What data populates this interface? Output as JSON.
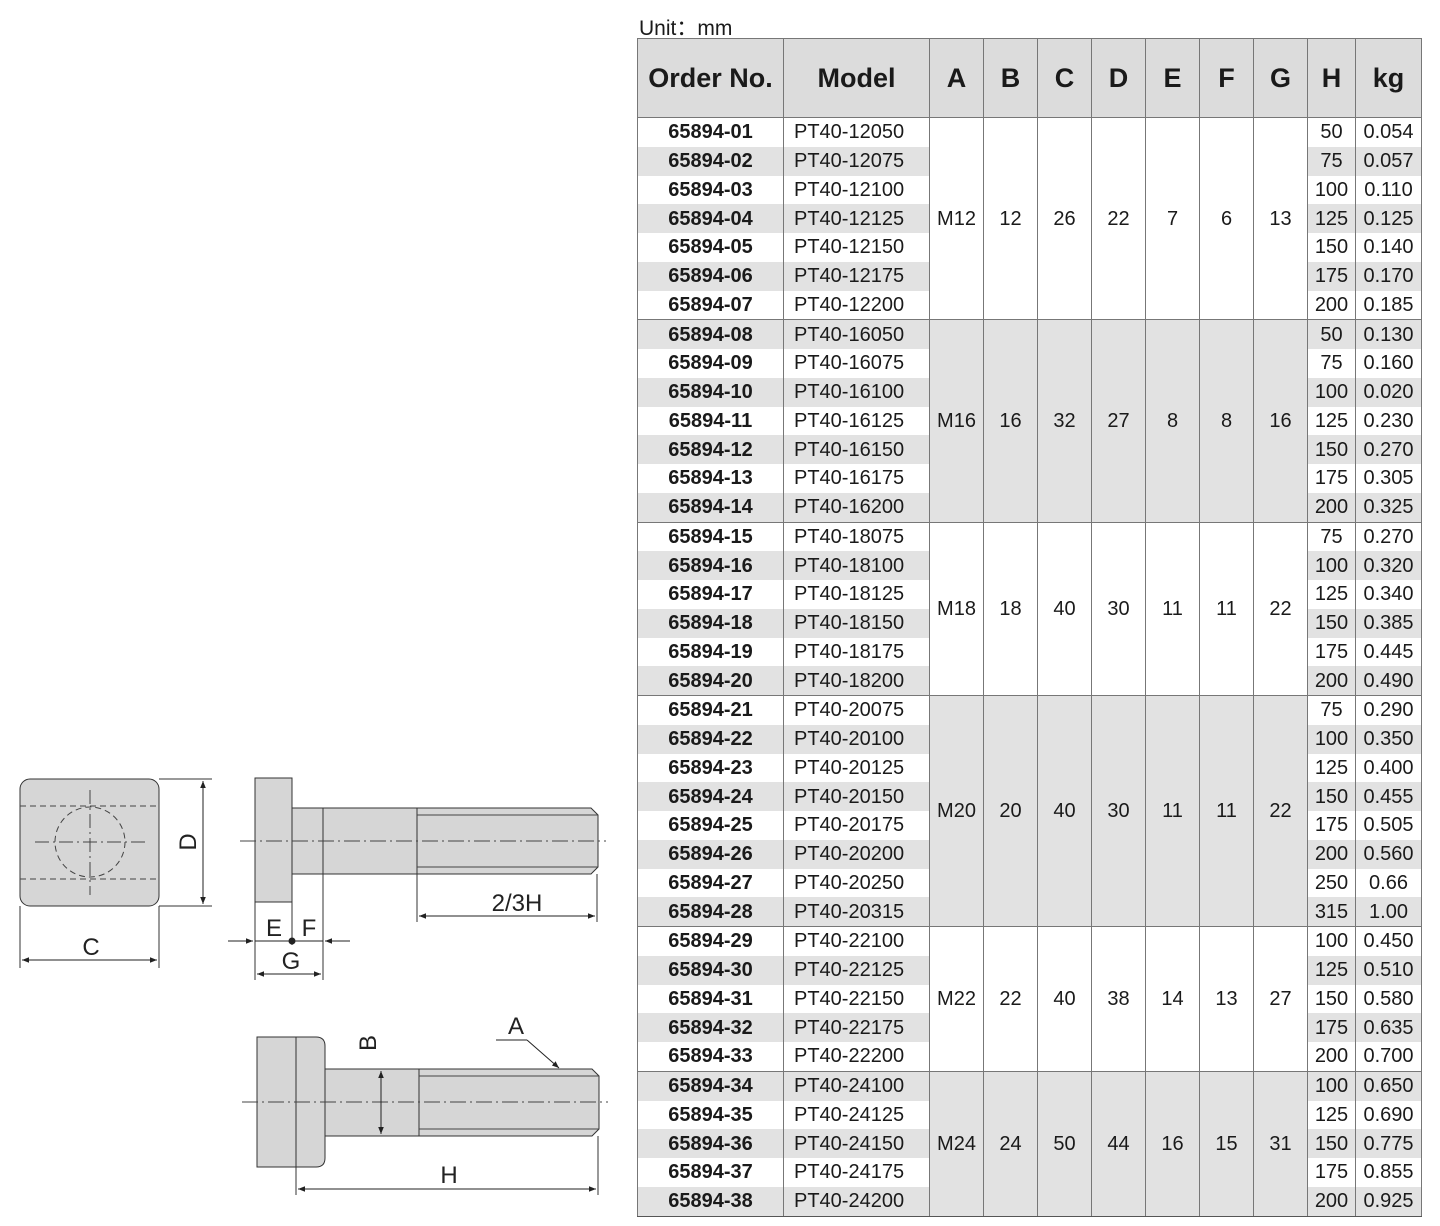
{
  "unit_label": "Unit：mm",
  "headers": [
    "Order No.",
    "Model",
    "A",
    "B",
    "C",
    "D",
    "E",
    "F",
    "G",
    "H",
    "kg"
  ],
  "diagram_labels": {
    "c": "C",
    "d": "D",
    "e": "E",
    "f": "F",
    "g": "G",
    "two_thirds_h": "2/3H",
    "a": "A",
    "b": "B",
    "h": "H"
  },
  "groups": [
    {
      "A": "M12",
      "B": "12",
      "C": "26",
      "D": "22",
      "E": "7",
      "F": "6",
      "G": "13",
      "shaded": false,
      "rows": [
        {
          "order": "65894-01",
          "model": "PT40-12050",
          "H": "50",
          "kg": "0.054"
        },
        {
          "order": "65894-02",
          "model": "PT40-12075",
          "H": "75",
          "kg": "0.057"
        },
        {
          "order": "65894-03",
          "model": "PT40-12100",
          "H": "100",
          "kg": "0.110"
        },
        {
          "order": "65894-04",
          "model": "PT40-12125",
          "H": "125",
          "kg": "0.125"
        },
        {
          "order": "65894-05",
          "model": "PT40-12150",
          "H": "150",
          "kg": "0.140"
        },
        {
          "order": "65894-06",
          "model": "PT40-12175",
          "H": "175",
          "kg": "0.170"
        },
        {
          "order": "65894-07",
          "model": "PT40-12200",
          "H": "200",
          "kg": "0.185"
        }
      ]
    },
    {
      "A": "M16",
      "B": "16",
      "C": "32",
      "D": "27",
      "E": "8",
      "F": "8",
      "G": "16",
      "shaded": true,
      "rows": [
        {
          "order": "65894-08",
          "model": "PT40-16050",
          "H": "50",
          "kg": "0.130"
        },
        {
          "order": "65894-09",
          "model": "PT40-16075",
          "H": "75",
          "kg": "0.160"
        },
        {
          "order": "65894-10",
          "model": "PT40-16100",
          "H": "100",
          "kg": "0.020"
        },
        {
          "order": "65894-11",
          "model": "PT40-16125",
          "H": "125",
          "kg": "0.230"
        },
        {
          "order": "65894-12",
          "model": "PT40-16150",
          "H": "150",
          "kg": "0.270"
        },
        {
          "order": "65894-13",
          "model": "PT40-16175",
          "H": "175",
          "kg": "0.305"
        },
        {
          "order": "65894-14",
          "model": "PT40-16200",
          "H": "200",
          "kg": "0.325"
        }
      ]
    },
    {
      "A": "M18",
      "B": "18",
      "C": "40",
      "D": "30",
      "E": "11",
      "F": "11",
      "G": "22",
      "shaded": false,
      "rows": [
        {
          "order": "65894-15",
          "model": "PT40-18075",
          "H": "75",
          "kg": "0.270"
        },
        {
          "order": "65894-16",
          "model": "PT40-18100",
          "H": "100",
          "kg": "0.320"
        },
        {
          "order": "65894-17",
          "model": "PT40-18125",
          "H": "125",
          "kg": "0.340"
        },
        {
          "order": "65894-18",
          "model": "PT40-18150",
          "H": "150",
          "kg": "0.385"
        },
        {
          "order": "65894-19",
          "model": "PT40-18175",
          "H": "175",
          "kg": "0.445"
        },
        {
          "order": "65894-20",
          "model": "PT40-18200",
          "H": "200",
          "kg": "0.490"
        }
      ]
    },
    {
      "A": "M20",
      "B": "20",
      "C": "40",
      "D": "30",
      "E": "11",
      "F": "11",
      "G": "22",
      "shaded": true,
      "rows": [
        {
          "order": "65894-21",
          "model": "PT40-20075",
          "H": "75",
          "kg": "0.290"
        },
        {
          "order": "65894-22",
          "model": "PT40-20100",
          "H": "100",
          "kg": "0.350"
        },
        {
          "order": "65894-23",
          "model": "PT40-20125",
          "H": "125",
          "kg": "0.400"
        },
        {
          "order": "65894-24",
          "model": "PT40-20150",
          "H": "150",
          "kg": "0.455"
        },
        {
          "order": "65894-25",
          "model": "PT40-20175",
          "H": "175",
          "kg": "0.505"
        },
        {
          "order": "65894-26",
          "model": "PT40-20200",
          "H": "200",
          "kg": "0.560"
        },
        {
          "order": "65894-27",
          "model": "PT40-20250",
          "H": "250",
          "kg": "0.66"
        },
        {
          "order": "65894-28",
          "model": "PT40-20315",
          "H": "315",
          "kg": "1.00"
        }
      ]
    },
    {
      "A": "M22",
      "B": "22",
      "C": "40",
      "D": "38",
      "E": "14",
      "F": "13",
      "G": "27",
      "shaded": false,
      "rows": [
        {
          "order": "65894-29",
          "model": "PT40-22100",
          "H": "100",
          "kg": "0.450"
        },
        {
          "order": "65894-30",
          "model": "PT40-22125",
          "H": "125",
          "kg": "0.510"
        },
        {
          "order": "65894-31",
          "model": "PT40-22150",
          "H": "150",
          "kg": "0.580"
        },
        {
          "order": "65894-32",
          "model": "PT40-22175",
          "H": "175",
          "kg": "0.635"
        },
        {
          "order": "65894-33",
          "model": "PT40-22200",
          "H": "200",
          "kg": "0.700"
        }
      ]
    },
    {
      "A": "M24",
      "B": "24",
      "C": "50",
      "D": "44",
      "E": "16",
      "F": "15",
      "G": "31",
      "shaded": true,
      "rows": [
        {
          "order": "65894-34",
          "model": "PT40-24100",
          "H": "100",
          "kg": "0.650"
        },
        {
          "order": "65894-35",
          "model": "PT40-24125",
          "H": "125",
          "kg": "0.690"
        },
        {
          "order": "65894-36",
          "model": "PT40-24150",
          "H": "150",
          "kg": "0.775"
        },
        {
          "order": "65894-37",
          "model": "PT40-24175",
          "H": "175",
          "kg": "0.855"
        },
        {
          "order": "65894-38",
          "model": "PT40-24200",
          "H": "200",
          "kg": "0.925"
        }
      ]
    }
  ]
}
